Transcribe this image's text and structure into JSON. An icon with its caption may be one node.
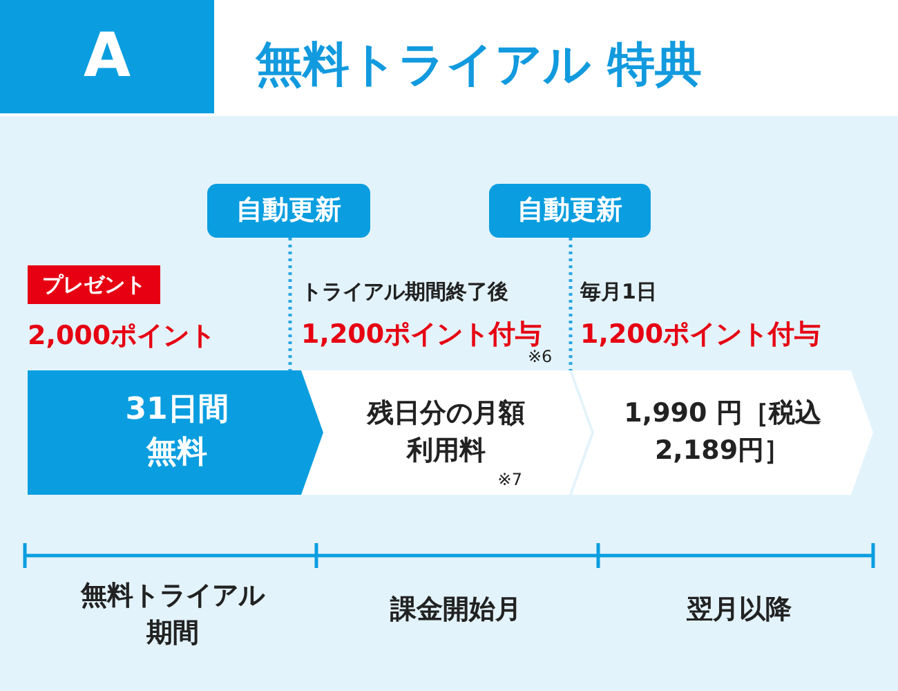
{
  "diagram": {
    "title": "無料トライアル 特典",
    "nodes": [
      {
        "text": [
          "A"
        ]
      },
      {
        "text": [
          "プレゼント"
        ]
      },
      {
        "text": [
          "自動更新"
        ]
      },
      {
        "text": [
          "自動更新"
        ]
      },
      {
        "text": [
          "31日間無料"
        ]
      },
      {
        "text": [
          "残日分の月額利用料",
          "※7"
        ]
      },
      {
        "text": [
          "1,990 円［税込 2,189円］"
        ]
      }
    ],
    "edges": [
      {
        "from": 2,
        "to": 4,
        "arrow": "none",
        "style": "dashed"
      },
      {
        "from": 3,
        "to": 5,
        "arrow": "none",
        "style": "dashed"
      }
    ],
    "labels": [
      "2,000ポイント",
      "トライアル期間終了後",
      "1,200ポイント付与",
      "※6",
      "毎月1日",
      "1,200ポイント付与",
      "無料トライアル期間",
      "課金開始月",
      "翌月以降"
    ]
  }
}
